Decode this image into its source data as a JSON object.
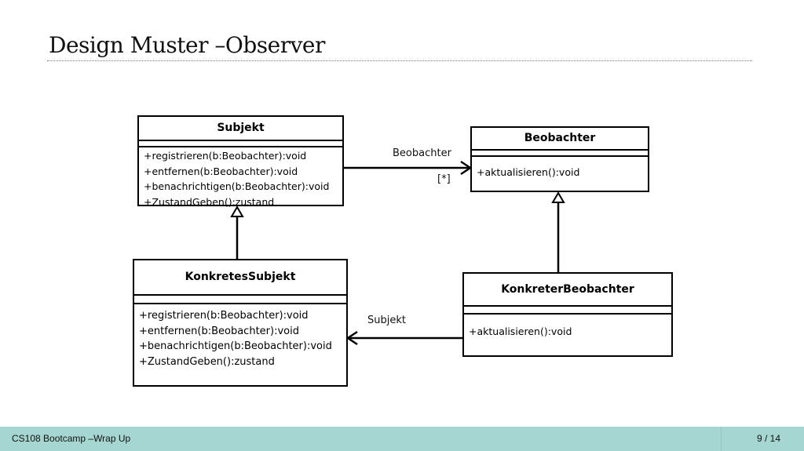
{
  "slide": {
    "title": "Design Muster –Observer"
  },
  "diagram": {
    "classes": {
      "subjekt": {
        "name": "Subjekt",
        "operations": [
          "+registrieren(b:Beobachter):void",
          "+entfernen(b:Beobachter):void",
          "+benachrichtigen(b:Beobachter):void",
          "+ZustandGeben():zustand"
        ]
      },
      "beobachter": {
        "name": "Beobachter",
        "operations": [
          "+aktualisieren():void"
        ]
      },
      "konkretes_subjekt": {
        "name": "KonkretesSubjekt",
        "operations": [
          "+registrieren(b:Beobachter):void",
          "+entfernen(b:Beobachter):void",
          "+benachrichtigen(b:Beobachter):void",
          "+ZustandGeben():zustand"
        ]
      },
      "konkreter_beobachter": {
        "name": "KonkreterBeobachter",
        "operations": [
          "+aktualisieren():void"
        ]
      }
    },
    "associations": {
      "subjekt_to_beobachter": {
        "role": "Beobachter",
        "multiplicity": "[*]"
      },
      "konkreter_to_konkretes": {
        "role": "Subjekt"
      }
    }
  },
  "footer": {
    "left": "CS108 Bootcamp –Wrap Up",
    "page": "9 / 14"
  },
  "colors": {
    "footer_bg": "#a5d6d2",
    "line": "#000000"
  }
}
